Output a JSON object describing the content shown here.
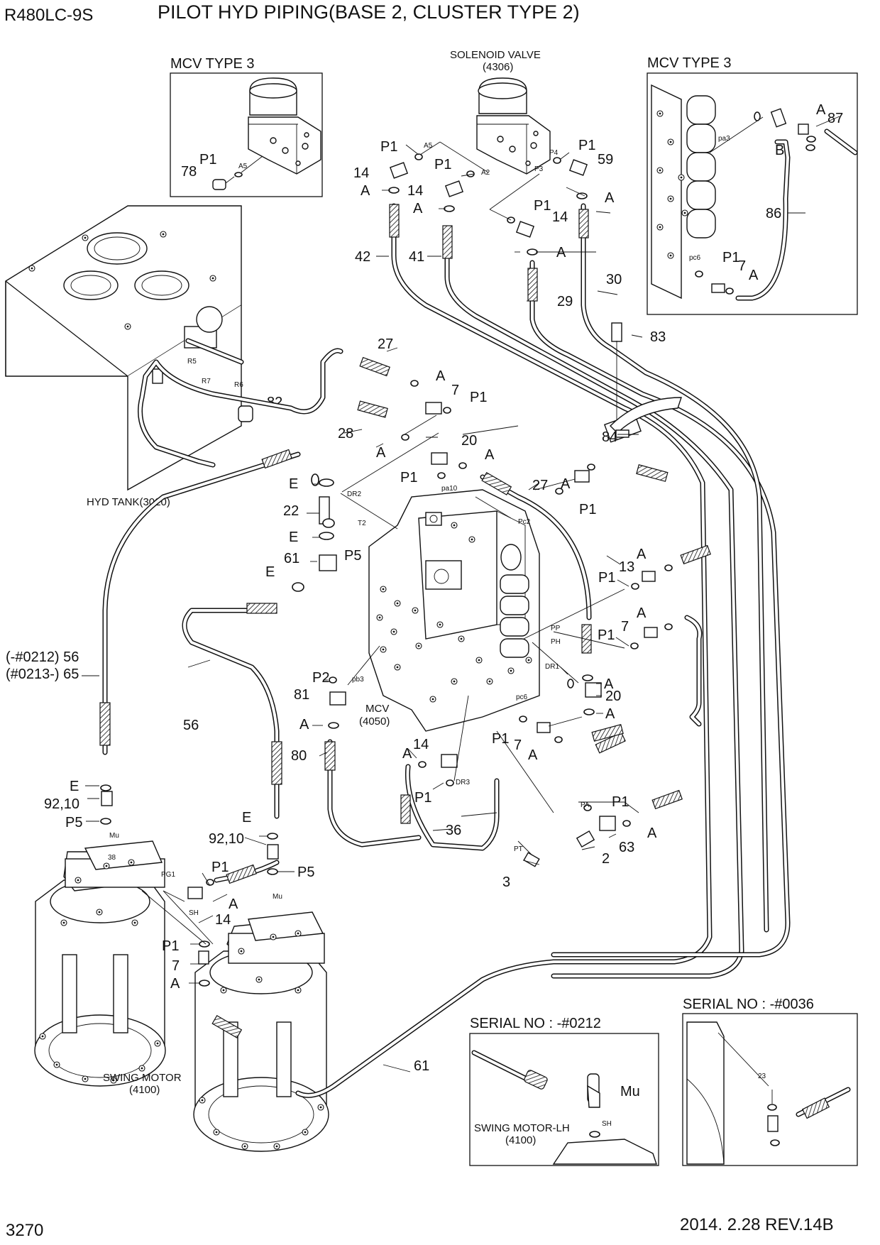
{
  "header": {
    "model": "R480LC-9S",
    "title": "PILOT HYD PIPING(BASE 2, CLUSTER TYPE 2)"
  },
  "footer": {
    "page_number": "3270",
    "revision": "2014. 2.28  REV.14B"
  },
  "insets": {
    "mcv_left": "MCV TYPE 3",
    "mcv_right": "MCV TYPE 3",
    "serial_0212": "SERIAL NO : -#0212",
    "serial_0036": "SERIAL NO : -#0036"
  },
  "components": {
    "solenoid_valve": "SOLENOID VALVE",
    "solenoid_valve_no": "(4306)",
    "hyd_tank": "HYD TANK(3020)",
    "mcv": "MCV",
    "mcv_no": "(4050)",
    "swing_motor": "SWING MOTOR",
    "swing_motor_no": "(4100)",
    "swing_motor_lh": "SWING MOTOR-LH",
    "swing_motor_lh_no": "(4100)"
  },
  "callouts": [
    "P1",
    "A5",
    "78",
    "P1",
    "A5",
    "P1",
    "A2",
    "P4",
    "P1",
    "P3",
    "59",
    "14",
    "A",
    "14",
    "A",
    "A",
    "P1",
    "14",
    "A",
    "42",
    "41",
    "29",
    "30",
    "A",
    "87",
    "B",
    "86",
    "pa3",
    "pc6",
    "P1",
    "7",
    "A",
    "R5",
    "R7",
    "R6",
    "82",
    "27",
    "A",
    "7",
    "P1",
    "28",
    "A",
    "20",
    "A",
    "83",
    "84",
    "P1",
    "pa10",
    "DR2",
    "E",
    "22",
    "E",
    "T2",
    "P5",
    "61",
    "E",
    "Pc2",
    "27",
    "A",
    "P1",
    "A",
    "P1",
    "13",
    "A",
    "P1",
    "7",
    "PP",
    "PH",
    "DR1",
    "A",
    "20",
    "A",
    "(-#0212) 56",
    "(#0213-) 65",
    "P2",
    "pb3",
    "81",
    "A",
    "80",
    "56",
    "pc6",
    "P1",
    "7",
    "A",
    "14",
    "A",
    "DR3",
    "P1",
    "36",
    "PA",
    "P1",
    "A",
    "63",
    "2",
    "PT",
    "3",
    "E",
    "92,10",
    "P5",
    "Mu",
    "E",
    "92,10",
    "P5",
    "Mu",
    "PG1",
    "P1",
    "A",
    "14",
    "SH",
    "P1",
    "7",
    "A",
    "38",
    "61",
    "Mu",
    "SH",
    "23"
  ]
}
